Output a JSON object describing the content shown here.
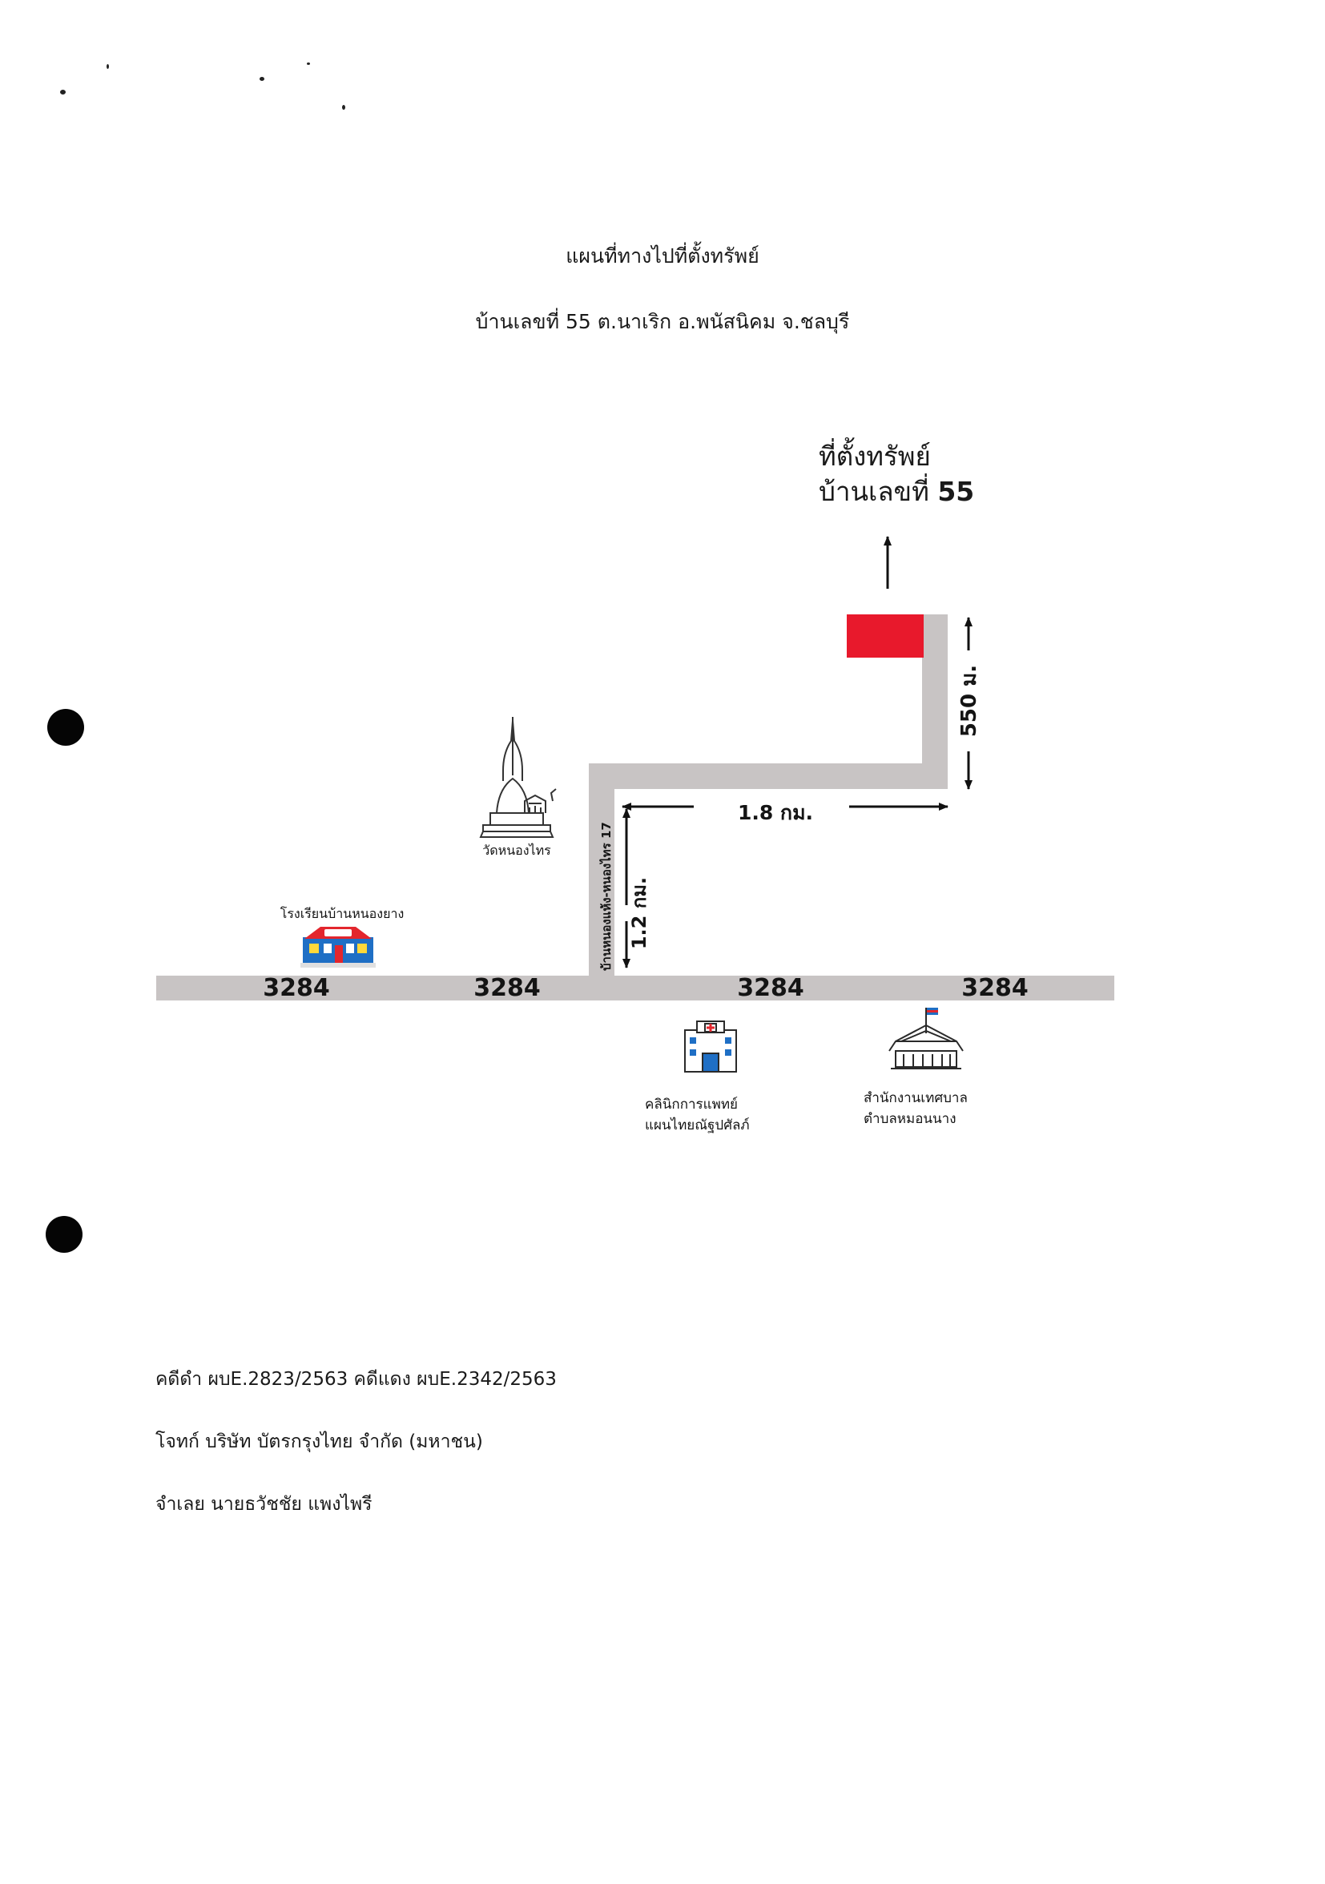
{
  "document": {
    "title": "แผนที่ทางไปที่ตั้งทรัพย์",
    "subtitle": "บ้านเลขที่ 55  ต.นาเริก  อ.พนัสนิคม จ.ชลบุรี"
  },
  "property": {
    "label_line1": "ที่ตั้งทรัพย์",
    "label_line2_text": "บ้านเลขที่ ",
    "label_line2_number": "55",
    "marker_color": "#e8192c"
  },
  "roads": {
    "main_road_number": "3284",
    "main_road_labels": [
      "3284",
      "3284",
      "3284",
      "3284"
    ],
    "side_road_name": "บ้านหนองแห้ง-หนองไทร 17",
    "road_color": "#c8c4c4"
  },
  "distances": {
    "segment_1": "1.2 กม.",
    "segment_2": "1.8 กม.",
    "segment_3": "550 ม."
  },
  "landmarks": {
    "temple": "วัดหนองไทร",
    "school": "โรงเรียนบ้านหนองยาง",
    "clinic_line1": "คลินิกการแพทย์",
    "clinic_line2": "แผนไทยณัฐปศัลภ์",
    "office_line1": "สำนักงานเทศบาล",
    "office_line2": "ตำบลหมอนนาง"
  },
  "case_info": {
    "case_numbers": "คดีดำ ผบE.2823/2563  คดีแดง ผบE.2342/2563",
    "plaintiff": "โจทก์ บริษัท บัตรกรุงไทย จำกัด (มหาชน)",
    "defendant": "จำเลย  นายธวัชชัย  แพงไพรี"
  },
  "icons": {
    "temple": "temple-icon",
    "school": "school-icon",
    "clinic": "hospital-icon",
    "office": "government-office-icon",
    "arrow": "arrow-icon"
  }
}
